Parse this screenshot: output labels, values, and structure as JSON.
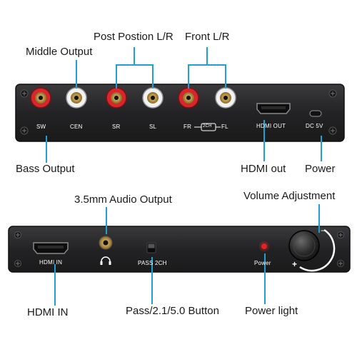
{
  "top_panel": {
    "callouts": {
      "middle_output": "Middle Output",
      "post_position": "Post Postion L/R",
      "front_lr": "Front L/R",
      "bass_output": "Bass Output",
      "hdmi_out": "HDMI out",
      "power": "Power"
    },
    "labels": {
      "sw": "SW",
      "cen": "CEN",
      "sr": "SR",
      "sl": "SL",
      "fr": "FR",
      "two_ch": "2CH",
      "fl": "FL",
      "hdmi_out": "HDMI  OUT",
      "dc_5v": "DC  5V"
    }
  },
  "bottom_panel": {
    "callouts": {
      "audio_output": "3.5mm Audio Output",
      "volume": "Volume Adjustment",
      "hdmi_in": "HDMI IN",
      "pass_button": "Pass/2.1/5.0 Button",
      "power_light": "Power light"
    },
    "labels": {
      "hdmi_in": "HDMI IN",
      "pass_2ch": "PASS  2CH",
      "power": "Power",
      "minus": "−",
      "plus": "+"
    }
  },
  "colors": {
    "accent": "#1fa0d6",
    "panel": "#2b2b2d",
    "rca_red": "#d8262b",
    "rca_white": "#f2f2f2",
    "led": "#e32222"
  }
}
